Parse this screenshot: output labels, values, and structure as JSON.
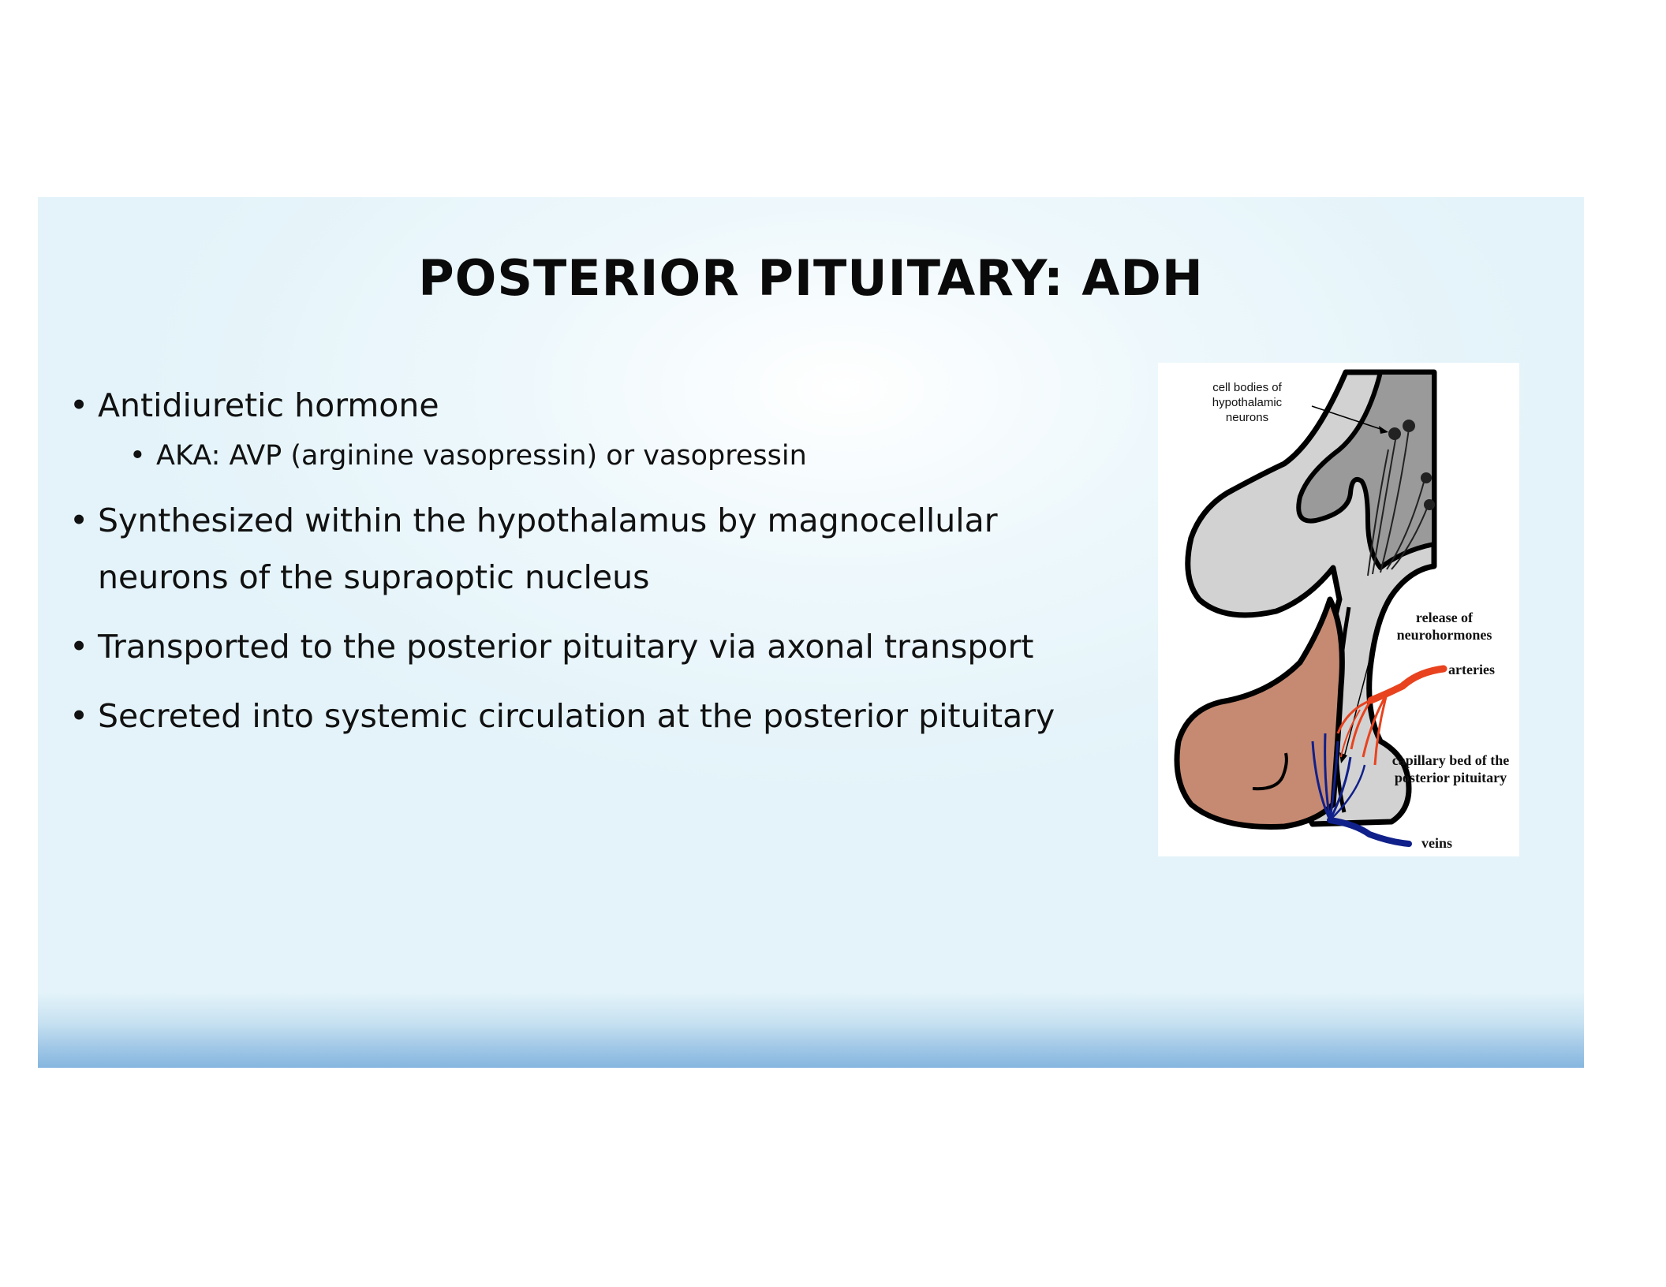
{
  "slide": {
    "title": "POSTERIOR PITUITARY: ADH",
    "bullets": [
      {
        "text": "Antidiuretic hormone"
      },
      {
        "text": "AKA: AVP (arginine vasopressin) or vasopressin"
      },
      {
        "text": "Synthesized within the hypothalamus by magnocellular neurons of the supraoptic nucleus"
      },
      {
        "text": "Transported to the posterior pituitary via axonal transport"
      },
      {
        "text": "Secreted into systemic circulation at the posterior pituitary"
      }
    ]
  },
  "figure": {
    "labels": {
      "cell_bodies": "cell bodies of hypothalamic neurons",
      "release": "release of neurohormones",
      "arteries": "arteries",
      "capillary_bed": "capillary bed of the posterior pituitary",
      "veins": "veins"
    },
    "colors": {
      "hypothalamus": "#d2d2d2",
      "neuron_region": "#9a9a9a",
      "anterior_lobe": "#c68a72",
      "arteries": "#e8431e",
      "veins": "#10208a"
    }
  }
}
